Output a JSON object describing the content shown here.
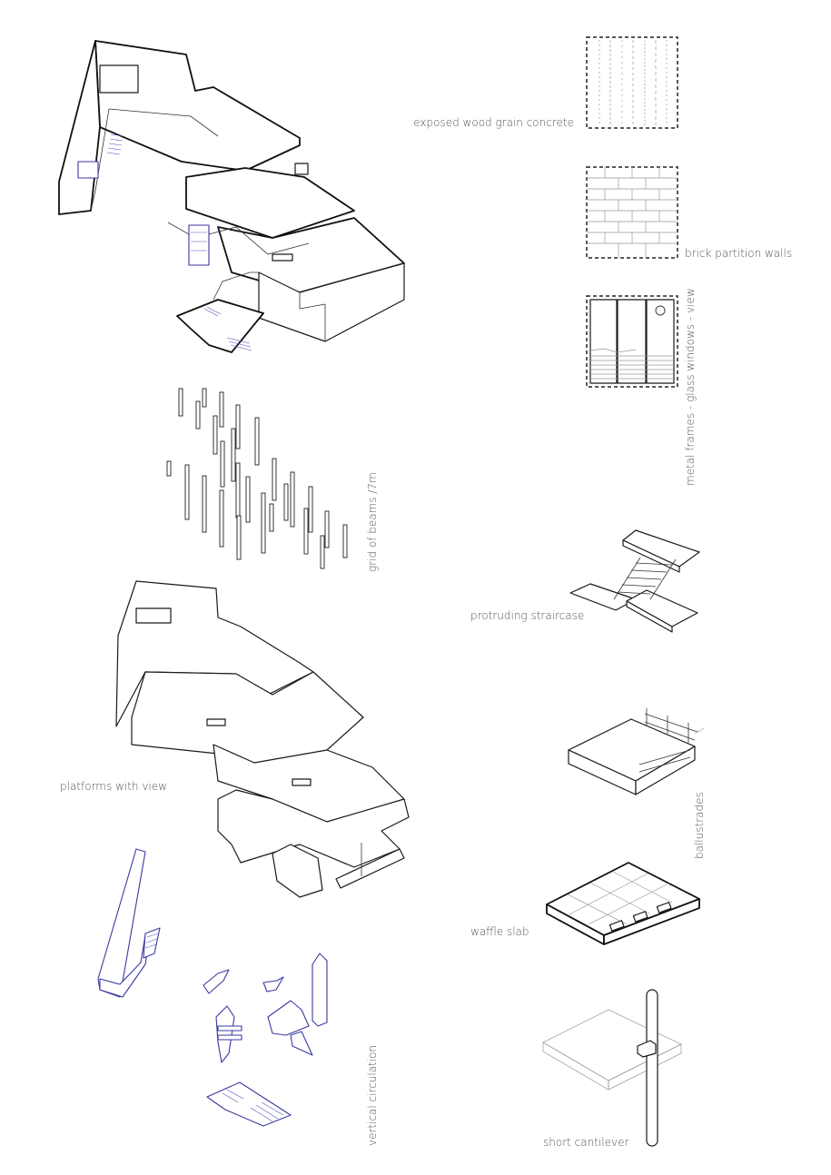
{
  "labels": {
    "concrete": "exposed wood grain concrete",
    "brick": "brick partition walls",
    "glass": "metal frames - glass windows - view",
    "beams": "grid of beams /7m",
    "staircase": "protruding straircase",
    "platforms": "platforms with view",
    "ballustrades": "ballustrades",
    "waffle": "waffle slab",
    "circulation": "vertical circulation",
    "cantilever": "short cantilever"
  },
  "colors": {
    "line": "#1a1a1a",
    "label": "#555555",
    "circulation_accent": "#3a3aa0"
  }
}
